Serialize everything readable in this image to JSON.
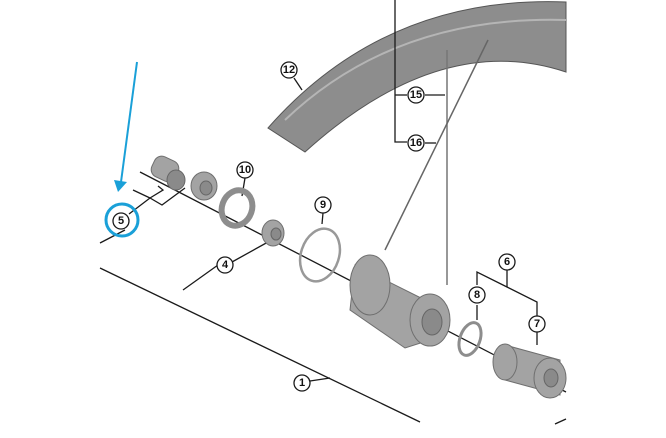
{
  "diagram": {
    "title": "Rear hub exploded view",
    "callouts": {
      "c1": "1",
      "c4": "4",
      "c5": "5",
      "c6": "6",
      "c7": "7",
      "c8": "8",
      "c9": "9",
      "c10": "10",
      "c12": "12",
      "c15": "15",
      "c16": "16"
    },
    "highlight": {
      "callout": "5",
      "color": "#1aa0d8"
    }
  }
}
